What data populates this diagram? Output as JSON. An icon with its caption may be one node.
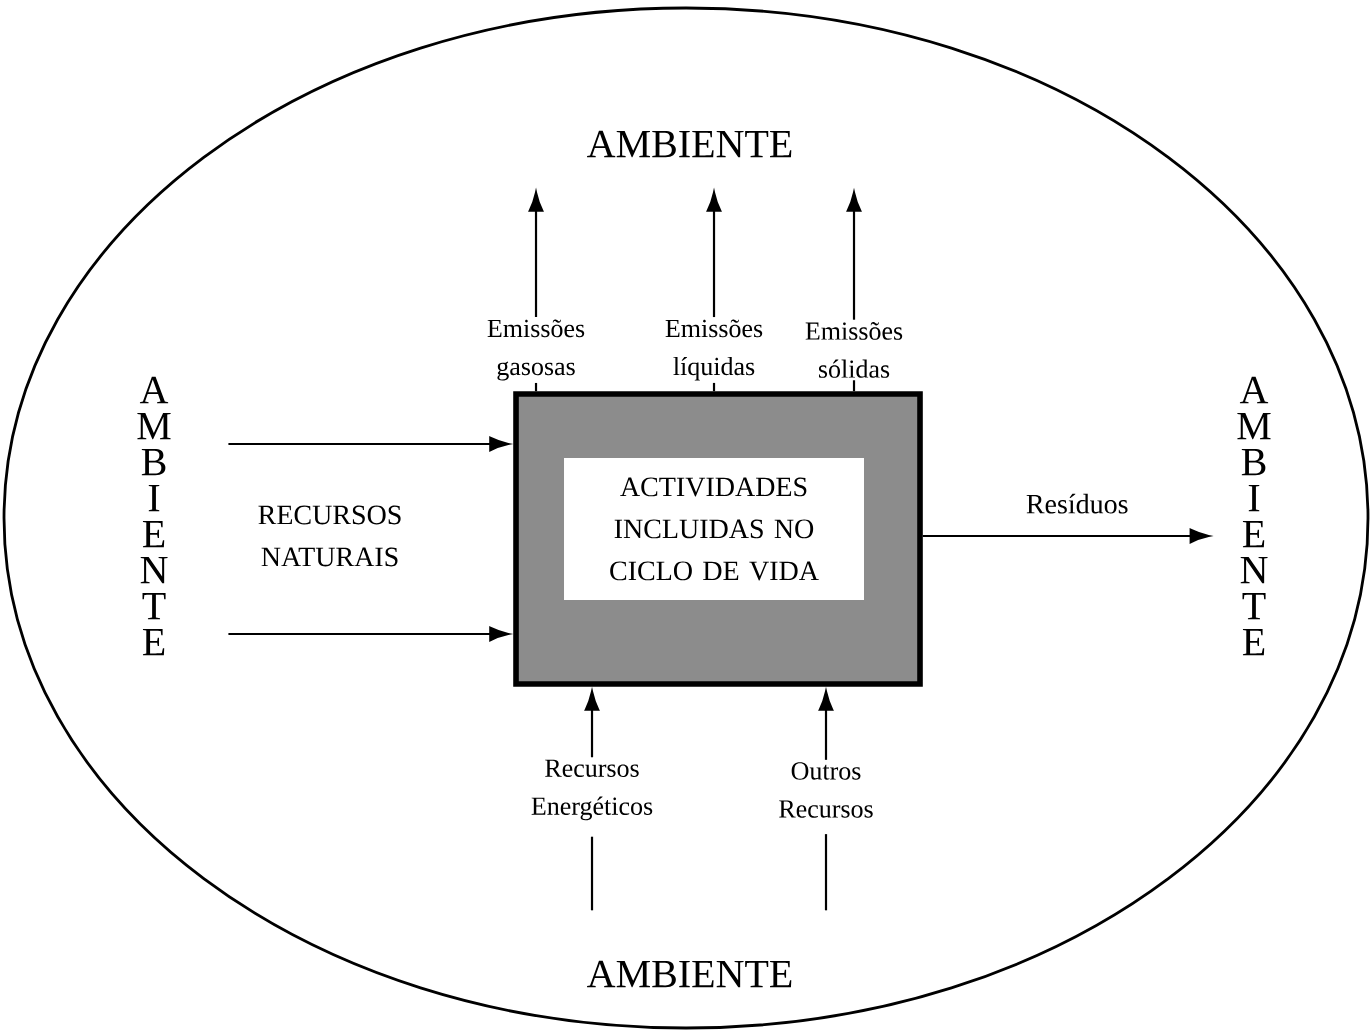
{
  "diagram": {
    "nodes": [
      {
        "text": [],
        "shape": "ellipse"
      },
      {
        "text": [
          "AMBIENTE"
        ],
        "in": 0
      },
      {
        "text": [
          "Emissões gasosas"
        ],
        "in": 0
      },
      {
        "text": [
          "Emissões líquidas"
        ],
        "in": 0
      },
      {
        "text": [
          "Emissões sólidas"
        ],
        "in": 0
      },
      {
        "text": [
          "AMBIENTE"
        ],
        "in": 0
      },
      {
        "text": [],
        "shape": "box",
        "in": 0
      },
      {
        "text": [
          "ACTIVIDADES INCLUIDAS NO CICLO DE VIDA"
        ],
        "in": 6
      },
      {
        "text": [
          "AMBIENTE"
        ],
        "in": 0
      },
      {
        "text": [
          "Recursos Energéticos"
        ],
        "in": 0
      },
      {
        "text": [
          "Outros Recursos"
        ],
        "in": 0
      },
      {
        "text": [
          "AMBIENTE"
        ],
        "in": 0
      }
    ],
    "edges": [
      {
        "from": 6,
        "to": 2,
        "arrow": "none"
      },
      {
        "from": 2,
        "to": 1,
        "arrow": "to"
      },
      {
        "from": 6,
        "to": 3,
        "arrow": "none"
      },
      {
        "from": 3,
        "to": 1,
        "arrow": "to"
      },
      {
        "from": 6,
        "to": 4,
        "arrow": "none"
      },
      {
        "from": 4,
        "to": 1,
        "arrow": "to"
      },
      {
        "from": 5,
        "to": 6,
        "arrow": "to"
      },
      {
        "from": 5,
        "to": 6,
        "arrow": "to"
      },
      {
        "from": 6,
        "to": 8,
        "arrow": "to",
        "label": "Resíduos"
      },
      {
        "from": 11,
        "to": 9,
        "arrow": "none"
      },
      {
        "from": 9,
        "to": 6,
        "arrow": "to"
      },
      {
        "from": 11,
        "to": 10,
        "arrow": "none"
      },
      {
        "from": 10,
        "to": 6,
        "arrow": "to"
      }
    ],
    "labels": [
      "RECURSOS NATURAIS"
    ]
  }
}
